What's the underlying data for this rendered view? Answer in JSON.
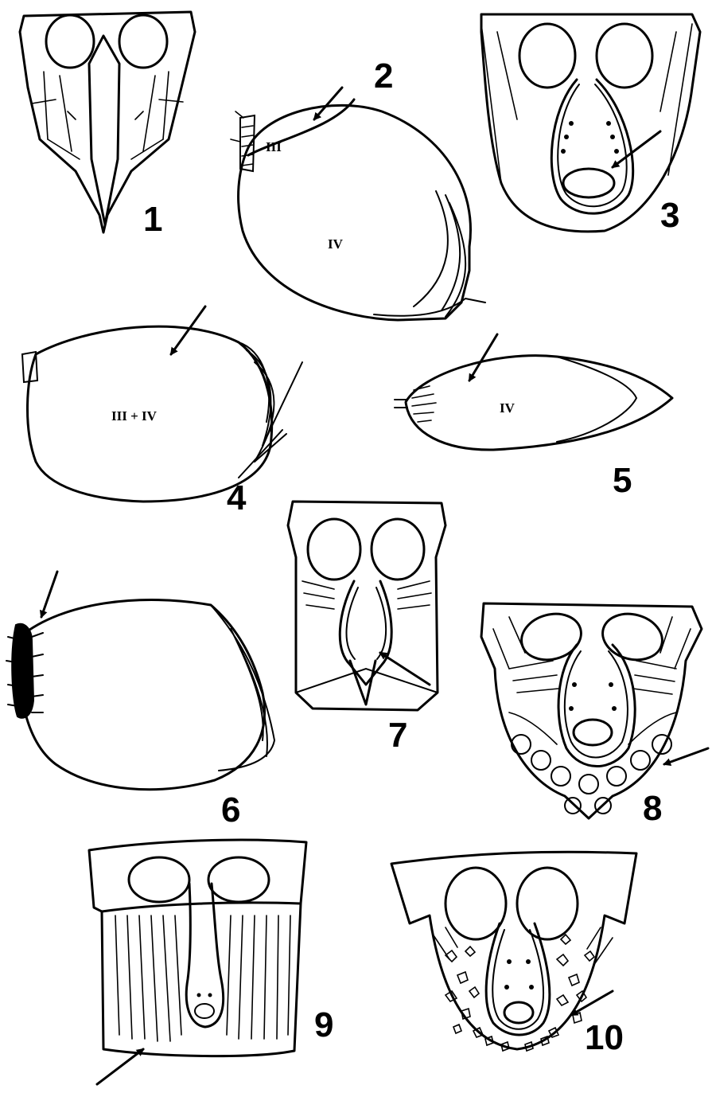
{
  "figures": [
    {
      "id": "1",
      "label": "1"
    },
    {
      "id": "2",
      "label": "2",
      "segments": [
        "III",
        "IV"
      ]
    },
    {
      "id": "3",
      "label": "3"
    },
    {
      "id": "4",
      "label": "4",
      "segments": [
        "III + IV"
      ]
    },
    {
      "id": "5",
      "label": "5",
      "segments": [
        "IV"
      ]
    },
    {
      "id": "6",
      "label": "6"
    },
    {
      "id": "7",
      "label": "7"
    },
    {
      "id": "8",
      "label": "8"
    },
    {
      "id": "9",
      "label": "9"
    },
    {
      "id": "10",
      "label": "10"
    }
  ],
  "colors": {
    "ink": "#000000",
    "paper": "#ffffff"
  }
}
